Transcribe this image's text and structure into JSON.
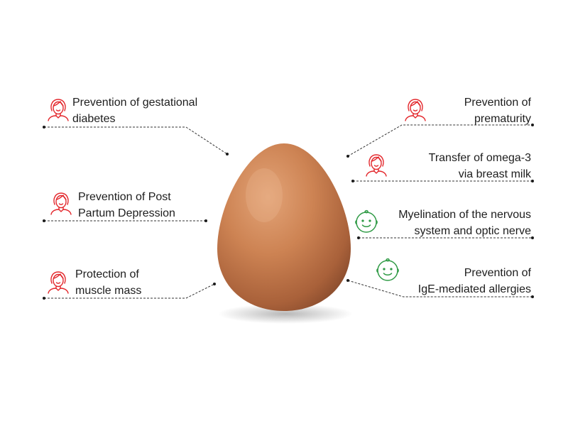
{
  "colors": {
    "mother_icon": "#e3262b",
    "baby_icon": "#2f9a45",
    "leader_line": "#333333",
    "egg": "#c67a4c"
  },
  "benefits_left": [
    {
      "line1": "Prevention of gestational",
      "line2": "diabetes",
      "icon": "mother-icon"
    },
    {
      "line1": "Prevention of Post",
      "line2": "Partum Depression",
      "icon": "mother-icon"
    },
    {
      "line1": "Protection of",
      "line2": "muscle mass",
      "icon": "mother-icon"
    }
  ],
  "benefits_right": [
    {
      "line1": "Prevention of",
      "line2": "prematurity",
      "icon": "mother-icon"
    },
    {
      "line1": "Transfer of omega-3",
      "line2": "via breast milk",
      "icon": "mother-icon"
    },
    {
      "line1": "Myelination of the nervous",
      "line2": "system and optic nerve",
      "icon": "baby-icon"
    },
    {
      "line1": "Prevention of",
      "line2": "IgE-mediated allergies",
      "icon": "baby-icon"
    }
  ]
}
